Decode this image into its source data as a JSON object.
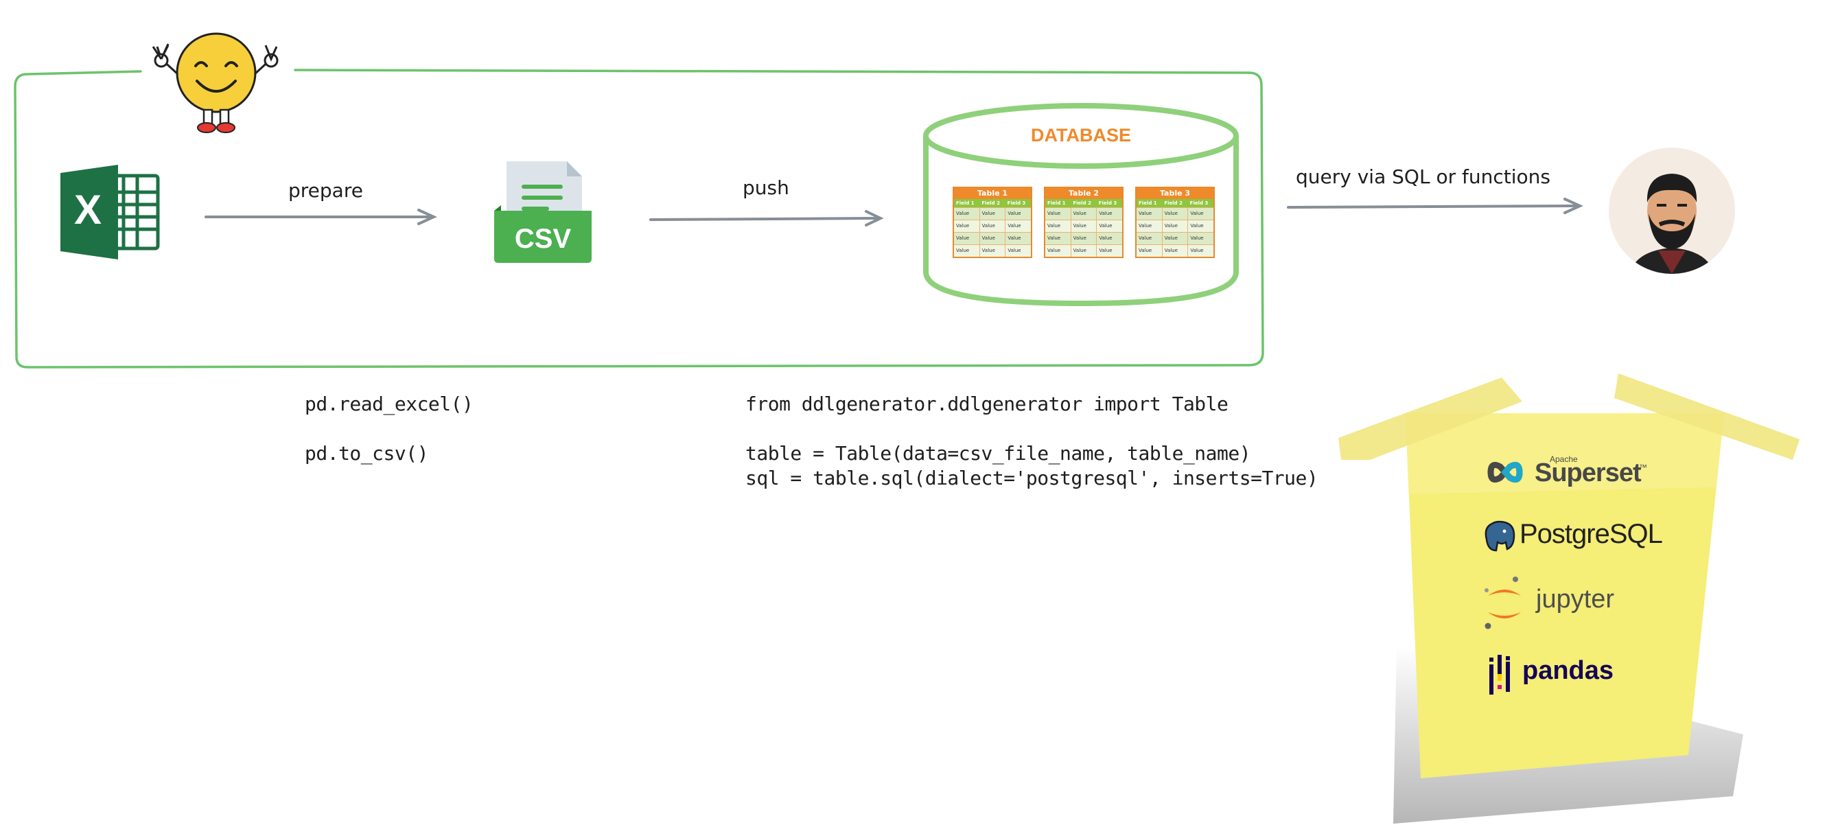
{
  "steps": {
    "prepare": "prepare",
    "push": "push",
    "query": "query via SQL or functions"
  },
  "icons": {
    "excel": "excel-icon",
    "csv_label": "CSV",
    "database_label": "DATABASE",
    "tables": [
      {
        "title": "Table 1",
        "fields": [
          "Field 1",
          "Field 2",
          "Field 3"
        ],
        "cell": "Value"
      },
      {
        "title": "Table 2",
        "fields": [
          "Field 1",
          "Field 2",
          "Field 3"
        ],
        "cell": "Value"
      },
      {
        "title": "Table 3",
        "fields": [
          "Field 1",
          "Field 2",
          "Field 3"
        ],
        "cell": "Value"
      }
    ]
  },
  "code": {
    "read_excel": "pd.read_excel()",
    "to_csv": "pd.to_csv()",
    "import_line": "from ddlgenerator.ddlgenerator import Table",
    "table_line": "table = Table(data=csv_file_name, table_name)",
    "sql_line": "sql = table.sql(dialect='postgresql', inserts=True)"
  },
  "note": {
    "superset_small": "Apache",
    "superset": "Superset",
    "trademark": "™",
    "postgres": "PostgreSQL",
    "jupyter": "jupyter",
    "pandas": "pandas"
  },
  "colors": {
    "frame_green": "#6cc36c",
    "arrow_gray": "#868e96",
    "excel_green": "#1e7145",
    "csv_green": "#4caf50",
    "db_green": "#8fd07a",
    "db_orange": "#ef8a2b",
    "sticky_yellow": "#f5ee77"
  }
}
